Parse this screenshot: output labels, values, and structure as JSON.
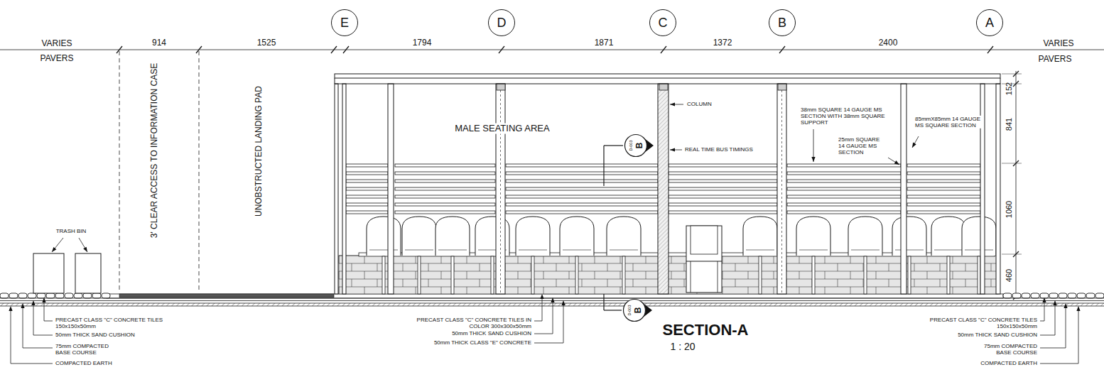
{
  "diagram": {
    "title": "SECTION-A",
    "nodes": [
      {
        "text": [
          "E"
        ]
      },
      {
        "text": [
          "D"
        ]
      },
      {
        "text": [
          "C"
        ]
      },
      {
        "text": [
          "B"
        ]
      },
      {
        "text": [
          "A"
        ]
      },
      {
        "text": [
          "D-003",
          "B"
        ]
      },
      {
        "text": [
          "D-003",
          "B"
        ]
      }
    ],
    "labels": [
      "VARIES",
      "PAVERS",
      "914",
      "1525",
      "1794",
      "1871",
      "1372",
      "2400",
      "VARIES",
      "PAVERS",
      "3' CLEAR ACCESS TO INFORMATION CASE",
      "UNOBSTRUCTED LANDING PAD",
      "TRASH BIN",
      "MALE SEATING AREA",
      "COLUMN",
      "REAL TIME BUS TIMINGS",
      "38mm SQUARE 14 GAUGE MS SECTION WITH 38mm SQUARE SUPPORT",
      "25mm SQUARE 14 GAUGE MS SECTION",
      "85mmX85mm 14 GAUGE MS SQUARE SECTION",
      "152",
      "841",
      "1060",
      "460",
      "PRECAST CLASS \"C\" CONCRETE TILES 150x150x50mm",
      "50mm THICK SAND CUSHION",
      "75mm COMPACTED BASE COURSE",
      "COMPACTED EARTH",
      "PRECAST CLASS \"C\" CONCRETE TILES IN COLOR 300x300x50mm",
      "50mm THICK SAND CUSHION",
      "50mm THICK CLASS \"E\" CONCRETE",
      "PRECAST CLASS \"C\" CONCRETE TILES 150x150x50mm",
      "50mm THICK SAND CUSHION",
      "75mm COMPACTED BASE COURSE",
      "COMPACTED EARTH",
      "1 : 20"
    ]
  }
}
